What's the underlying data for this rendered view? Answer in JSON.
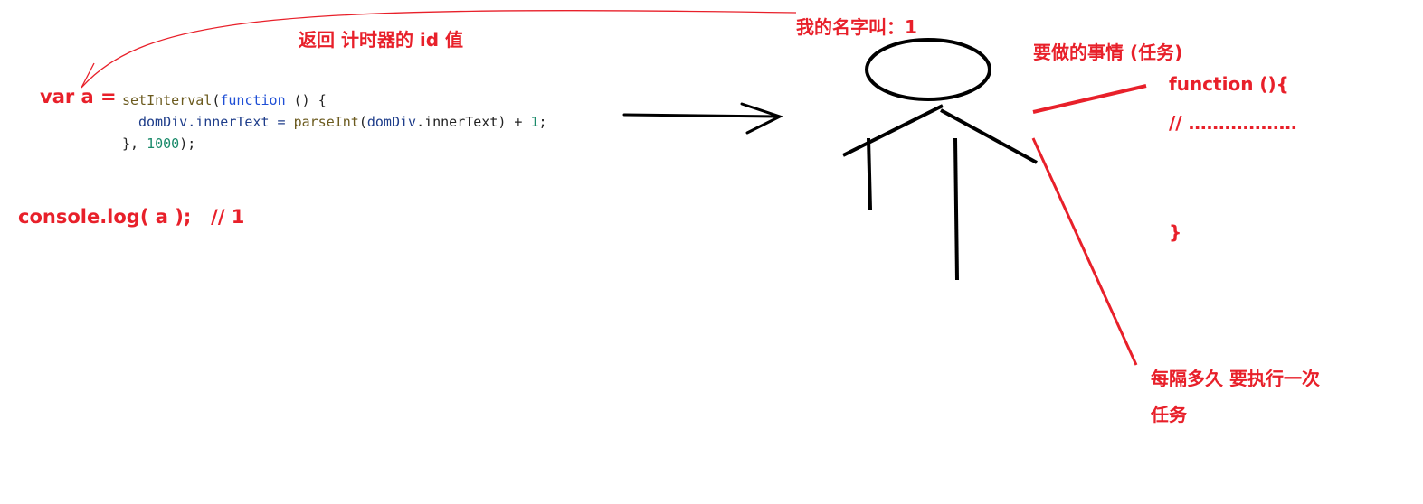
{
  "annotations": {
    "return_timer_id": "返回 计时器的 id 值",
    "my_name": "我的名字叫：1",
    "task_title": "要做的事情 (任务)",
    "task_fn": "function (){",
    "task_comment": "// ………………",
    "task_close": "}",
    "interval_line1": "每隔多久 要执行一次",
    "interval_line2": "任务"
  },
  "code": {
    "var_decl": "var a =",
    "line1_fn": "setInterval",
    "line1_open": "(",
    "line1_kw": "function",
    "line1_rest": " () {",
    "line2_obj1": "domDiv",
    "line2_prop1": ".innerText = ",
    "line2_fn": "parseInt",
    "line2_paren": "(",
    "line2_obj2": "domDiv",
    "line2_prop2": ".innerText) + ",
    "line2_num": "1",
    "line2_end": ";",
    "line3_start": "}, ",
    "line3_num": "1000",
    "line3_end": ");",
    "console": "console.log( a );   // 1"
  },
  "colors": {
    "annotation": "#e8202a",
    "ink": "#000000"
  }
}
